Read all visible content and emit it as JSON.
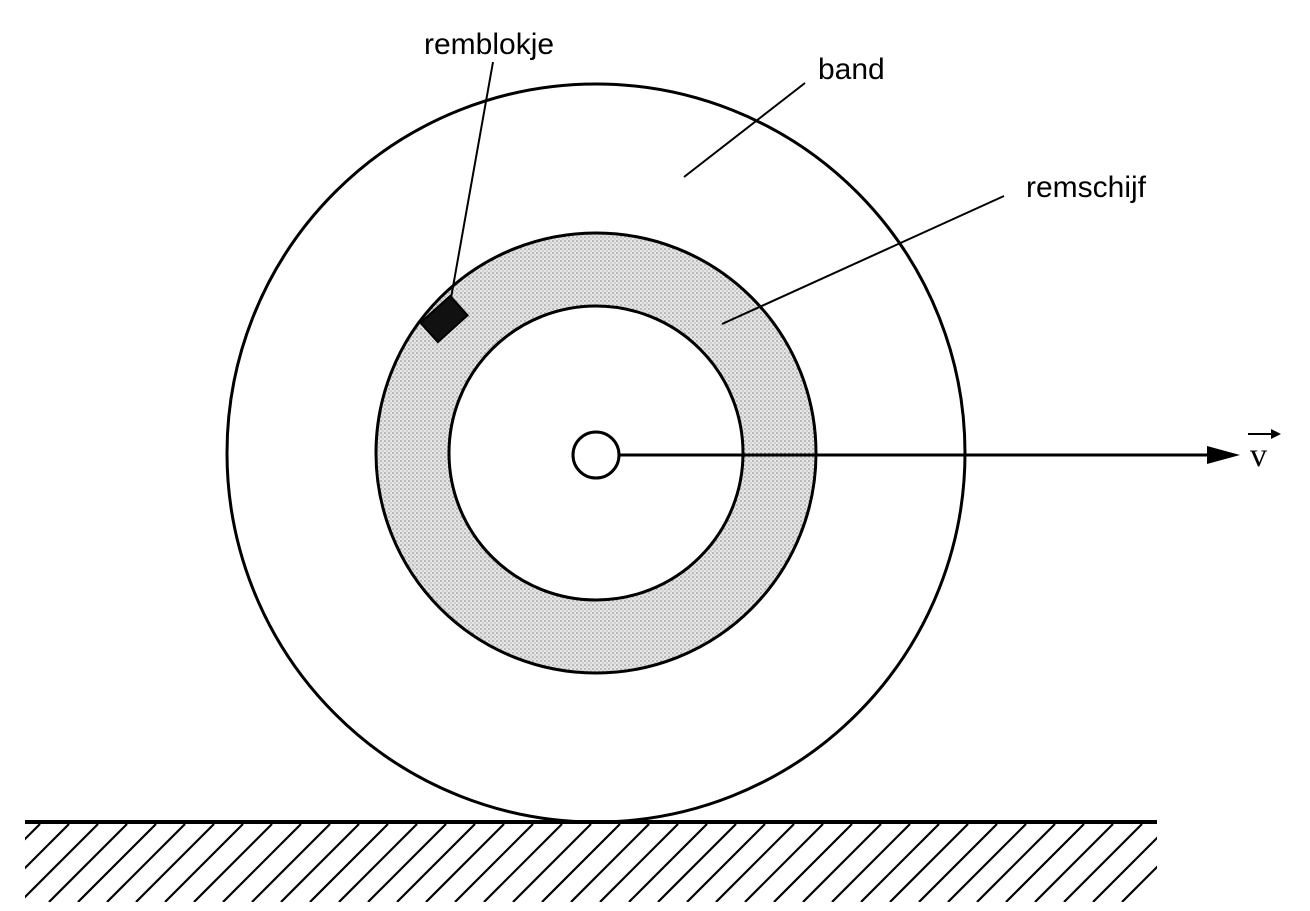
{
  "labels": {
    "remblokje": "remblokje",
    "band": "band",
    "remschijf": "remschijf",
    "velocity": "v"
  },
  "colors": {
    "stroke": "#000000",
    "disc_fill": "#d9d9d9",
    "background": "#ffffff"
  }
}
